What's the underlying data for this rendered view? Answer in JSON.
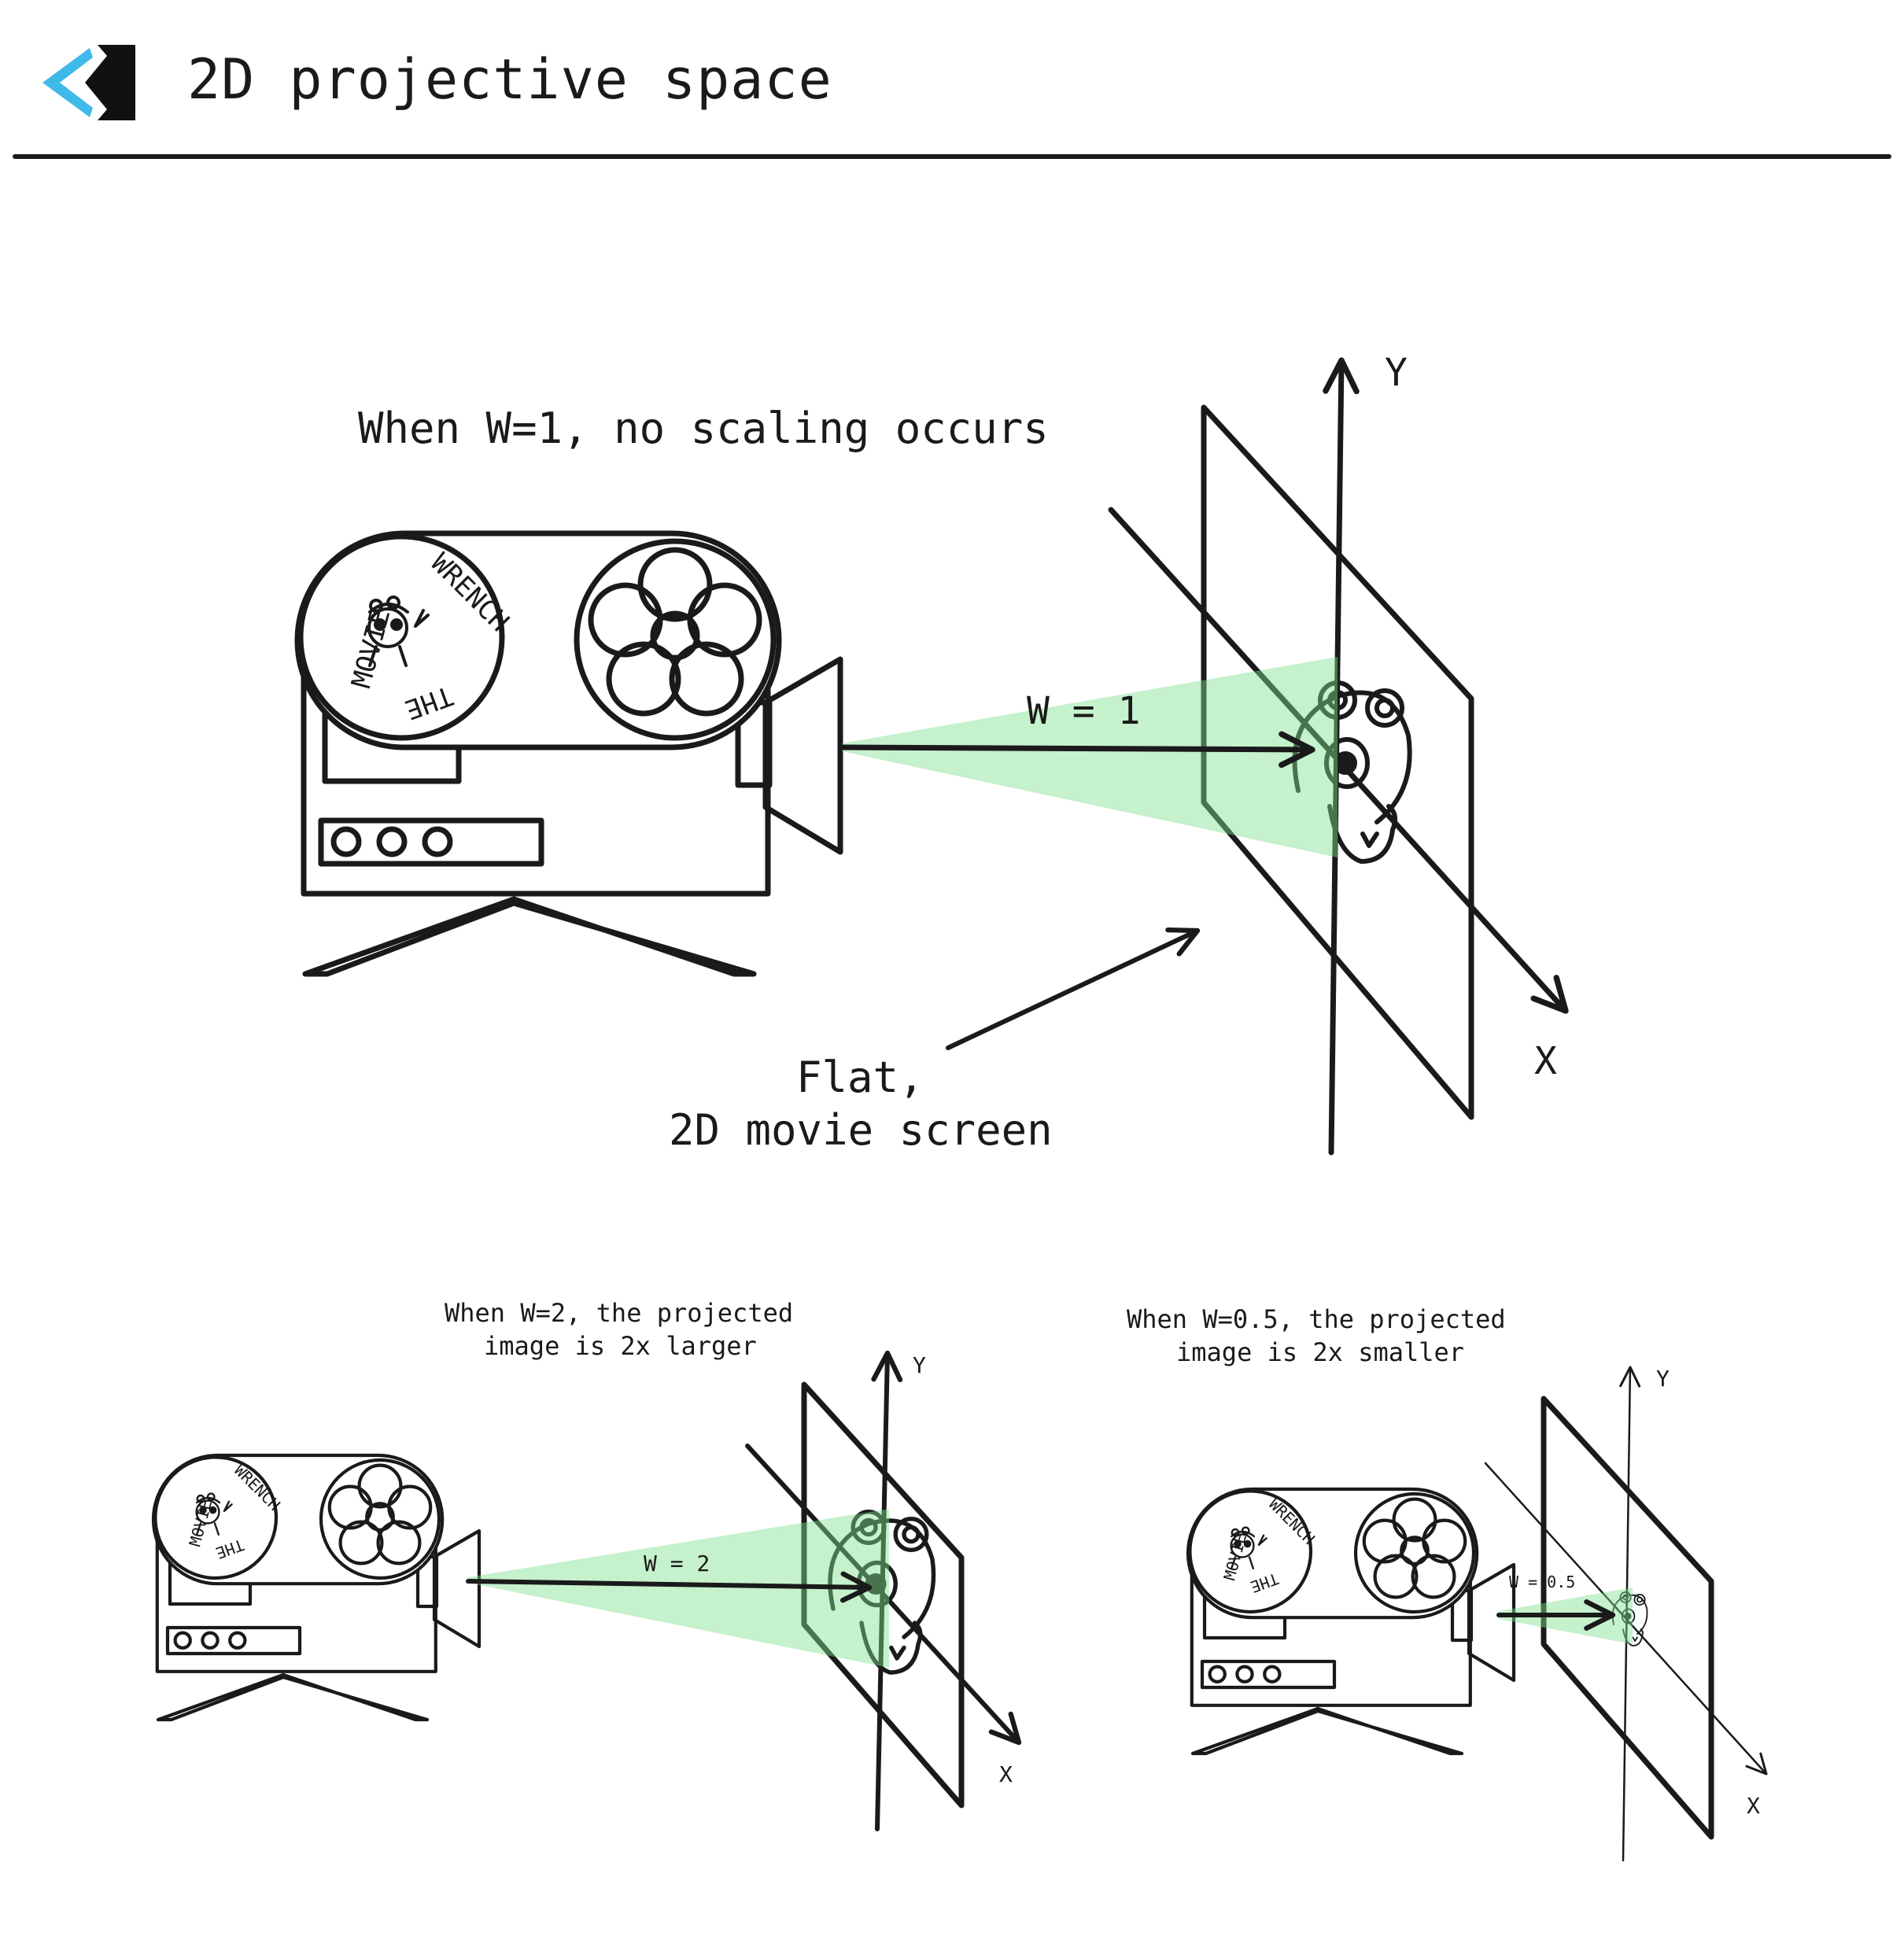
{
  "header": {
    "title": "2D projective space",
    "logo_colors": {
      "blue": "#3fb9ea",
      "black": "#111111"
    }
  },
  "colors": {
    "beam": "#7fe08f",
    "ink": "#1a1a1a"
  },
  "panels": [
    {
      "caption": "When W=1, no scaling occurs",
      "w_label": "W = 1",
      "axis_y": "Y",
      "axis_x": "X",
      "reel_text": {
        "top": "WRENCH",
        "left": "MOVIE",
        "bottom": "THE"
      },
      "callout": {
        "line1": "Flat,",
        "line2": "2D movie screen"
      }
    },
    {
      "caption_line1": "When W=2, the projected",
      "caption_line2": "image is 2x larger",
      "w_label": "W = 2",
      "axis_y": "Y",
      "axis_x": "X",
      "reel_text": {
        "top": "WRENCH",
        "left": "MOVIE",
        "bottom": "THE"
      }
    },
    {
      "caption_line1": "When W=0.5, the projected",
      "caption_line2": "image is 2x smaller",
      "w_label": "W = 0.5",
      "axis_y": "Y",
      "axis_x": "X",
      "reel_text": {
        "top": "WRENCH",
        "left": "MOVIE",
        "bottom": "THE"
      }
    }
  ]
}
